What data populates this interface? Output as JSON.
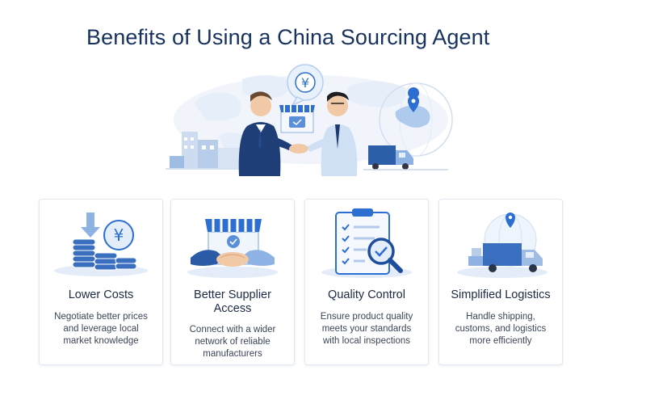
{
  "title": "Benefits of Using a China Sourcing Agent",
  "hero": {
    "currency_symbol": "¥"
  },
  "cards": [
    {
      "title_lines": [
        "Lower Costs"
      ],
      "desc_lines": [
        "Negotiate better prices",
        "and leverage local",
        "market knowledge"
      ],
      "icon": "coins-yen-icon",
      "currency_symbol": "¥"
    },
    {
      "title_lines": [
        "Better Supplier",
        "Access"
      ],
      "desc_lines": [
        "Connect with a wider",
        "network of reliable",
        "manufacturers"
      ],
      "icon": "storefront-handshake-icon"
    },
    {
      "title_lines": [
        "Quality Control"
      ],
      "desc_lines": [
        "Ensure product quality",
        "meets your standards",
        "with local inspections"
      ],
      "icon": "clipboard-magnifier-icon"
    },
    {
      "title_lines": [
        "Simplified Logistics"
      ],
      "desc_lines": [
        "Handle shipping,",
        "customs, and logistics",
        "more efficiently"
      ],
      "icon": "delivery-truck-icon"
    }
  ],
  "colors": {
    "title": "#17325e",
    "accent_blue": "#2d6fd0",
    "light_blue": "#dbe8f8",
    "suit": "#1f3e78"
  }
}
